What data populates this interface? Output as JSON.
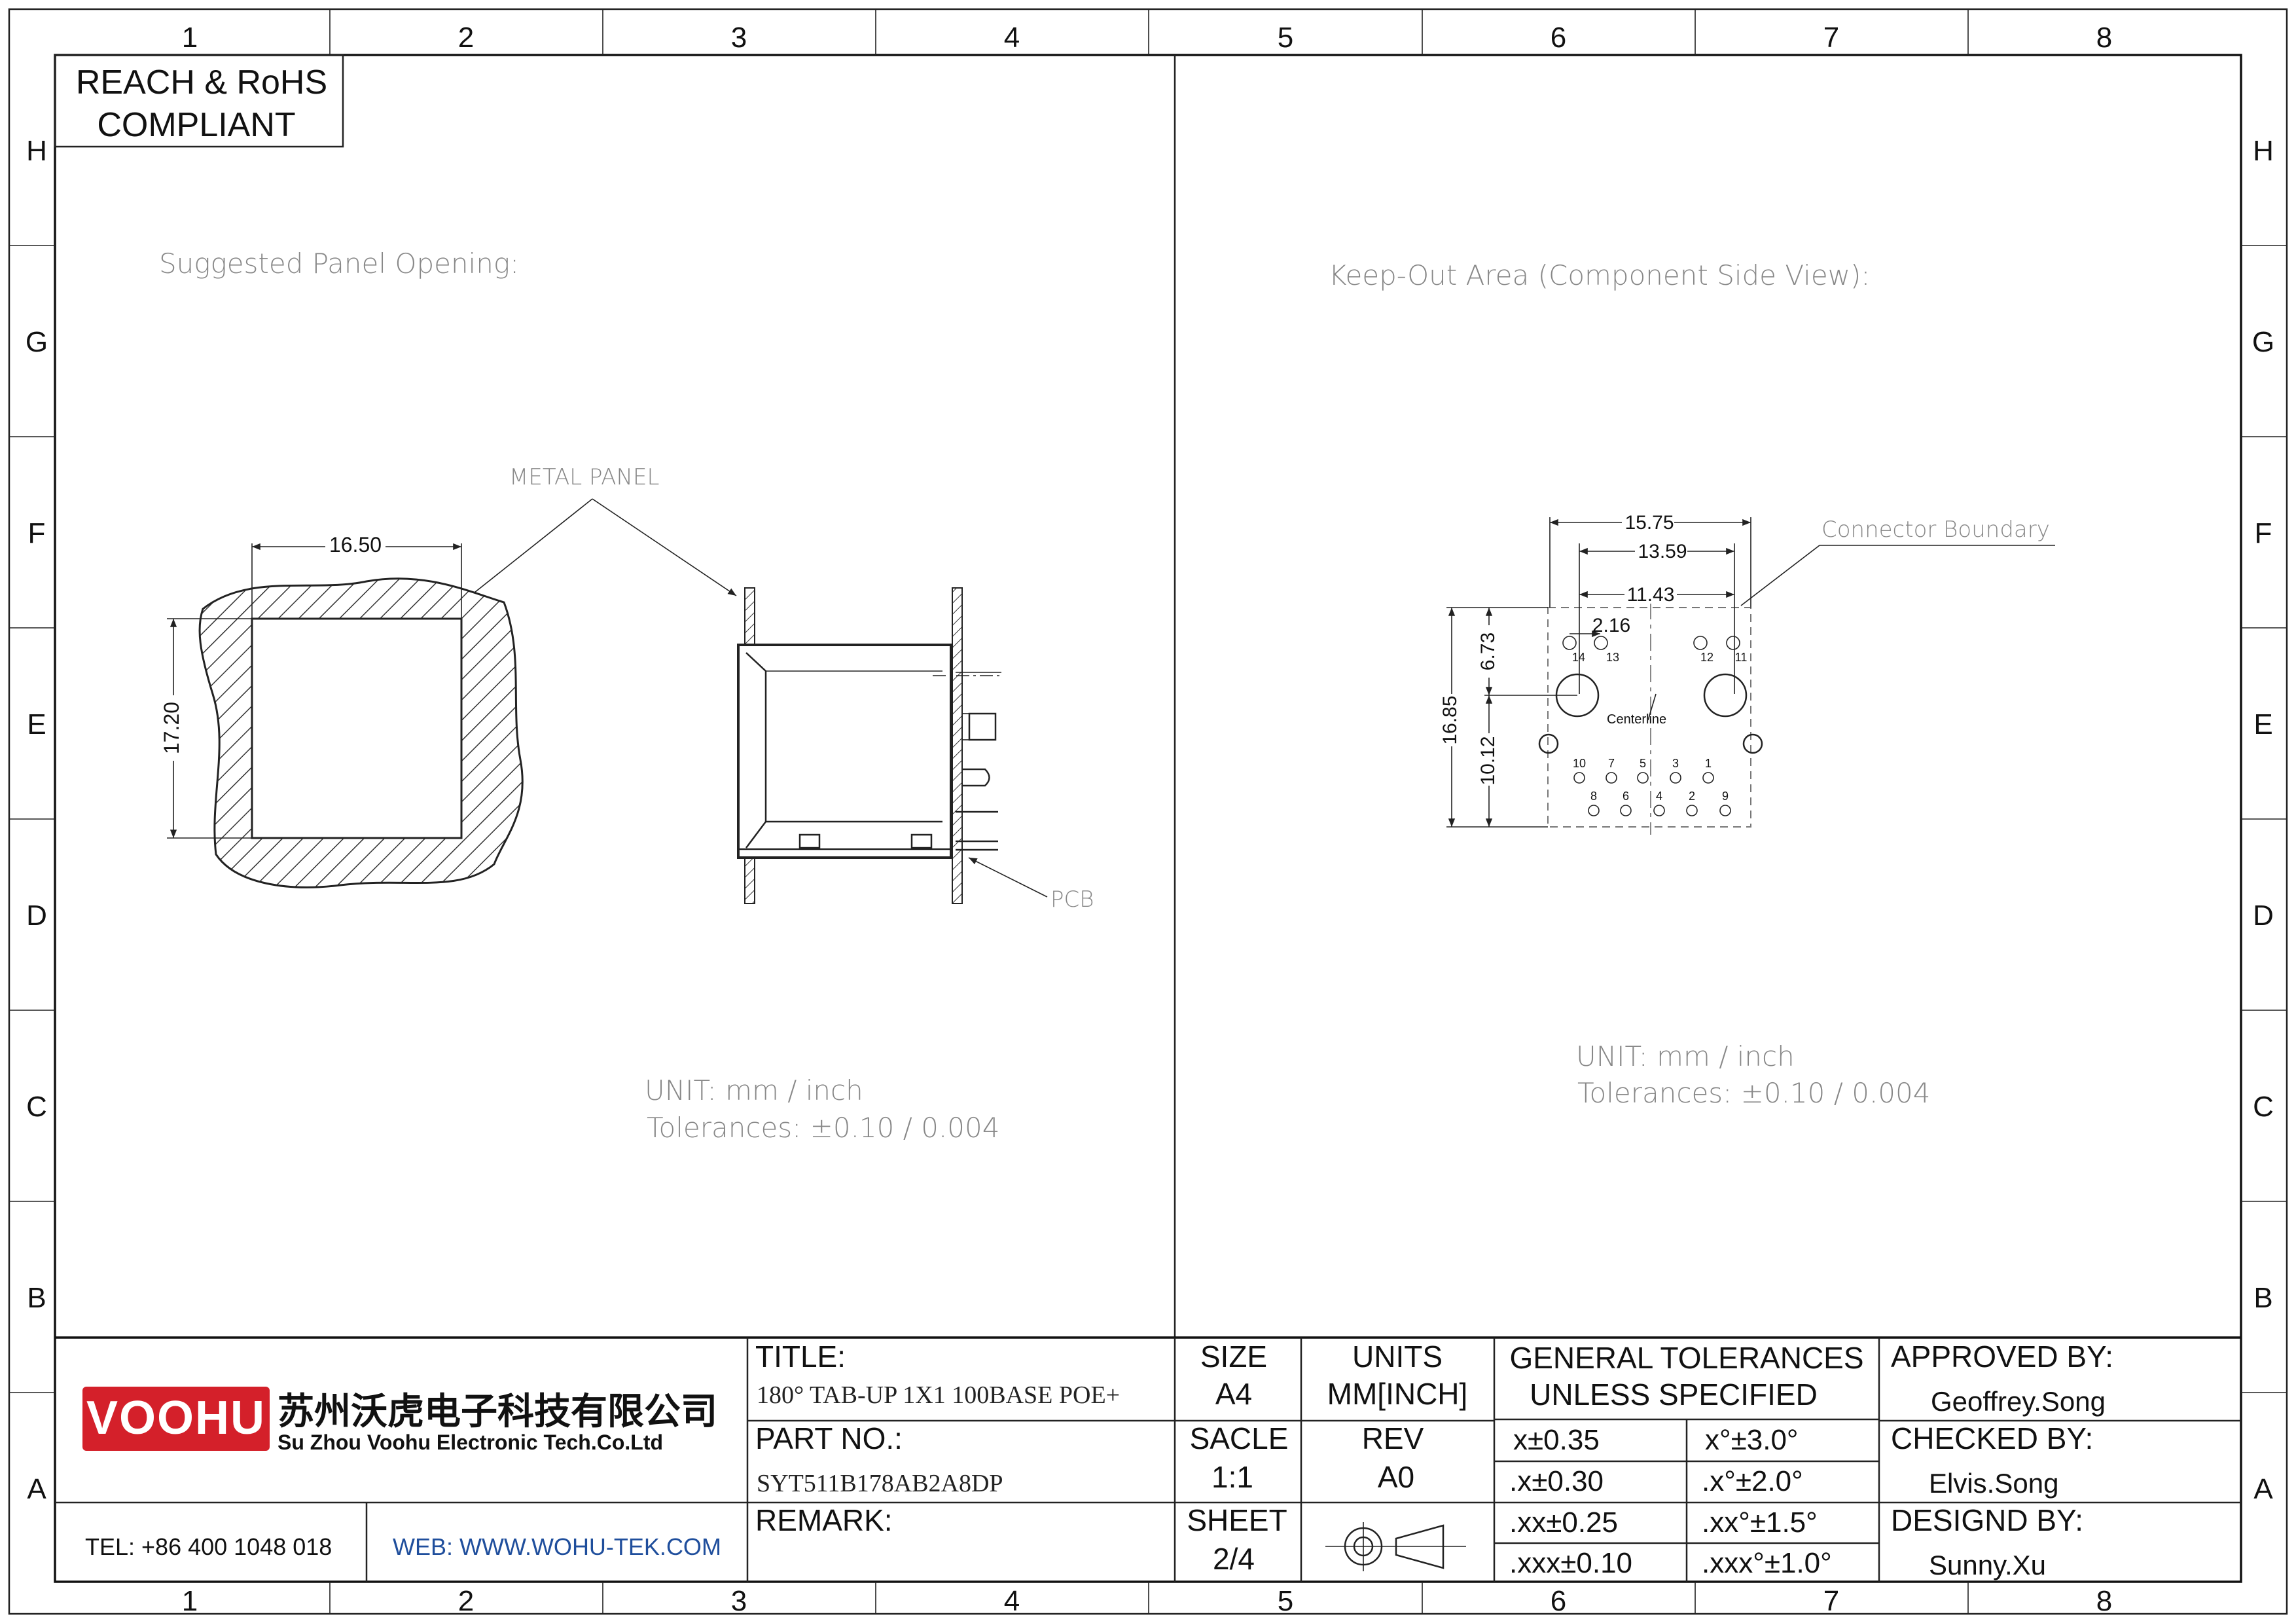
{
  "frame": {
    "columns": [
      "1",
      "2",
      "3",
      "4",
      "5",
      "6",
      "7",
      "8"
    ],
    "rows": [
      "H",
      "G",
      "F",
      "E",
      "D",
      "C",
      "B",
      "A"
    ]
  },
  "compliance": {
    "line1": "REACH & RoHS",
    "line2": "COMPLIANT"
  },
  "left_view": {
    "heading": "Suggested Panel Opening:",
    "metal_panel_label": "METAL PANEL",
    "pcb_label": "PCB",
    "dim_width": "16.50",
    "dim_height": "17.20",
    "unit": "UNIT:  mm  /  inch",
    "tolerance": "Tolerances:  ±0.10  /  0.004"
  },
  "right_view": {
    "heading": "Keep-Out Area (Component Side View):",
    "boundary_label": "Connector Boundary",
    "centerline_label": "Centerline",
    "dims": {
      "d1575": "15.75",
      "d1359": "13.59",
      "d1143": "11.43",
      "d216": "2.16",
      "d673": "6.73",
      "d1685": "16.85",
      "d1012": "10.12"
    },
    "pins_top": [
      "14",
      "13",
      "12",
      "11"
    ],
    "pins_row1": [
      "10",
      "7",
      "5",
      "3",
      "1"
    ],
    "pins_row2": [
      "8",
      "6",
      "4",
      "2",
      "9"
    ],
    "unit": "UNIT:  mm  /  inch",
    "tolerance": "Tolerances:  ±0.10  /  0.004"
  },
  "title_block": {
    "logo_text": "VOOHU",
    "company_cn": "苏州沃虎电子科技有限公司",
    "company_en": "Su Zhou Voohu Electronic Tech.Co.Ltd",
    "tel": "TEL: +86 400 1048 018",
    "web": "WEB: WWW.WOHU-TEK.COM",
    "title_label": "TITLE:",
    "title_value": "180°  TAB-UP 1X1 100BASE POE+",
    "part_label": "PART NO.:",
    "part_value": "SYT511B178AB2A8DP",
    "remark_label": "REMARK:",
    "size_label": "SIZE",
    "size_value": "A4",
    "units_label": "UNITS",
    "units_value": "MM[INCH]",
    "scale_label": "SACLE",
    "scale_value": "1:1",
    "rev_label": "REV",
    "rev_value": "A0",
    "sheet_label": "SHEET",
    "sheet_value": "2/4",
    "gen_tol_line1": "GENERAL TOLERANCES",
    "gen_tol_line2": "UNLESS SPECIFIED",
    "tol": [
      "x±0.35",
      "x°±3.0°",
      ".x±0.30",
      ".x°±2.0°",
      ".xx±0.25",
      ".xx°±1.5°",
      ".xxx±0.10",
      ".xxx°±1.0°"
    ],
    "approved_label": "APPROVED BY:",
    "approved_value": "Geoffrey.Song",
    "checked_label": "CHECKED BY:",
    "checked_value": "Elvis.Song",
    "design_label": "DESIGND BY:",
    "design_value": "Sunny.Xu"
  },
  "colors": {
    "logo_red": "#d4202a",
    "web_blue": "#1f4e9c",
    "hatch": "#333333"
  }
}
